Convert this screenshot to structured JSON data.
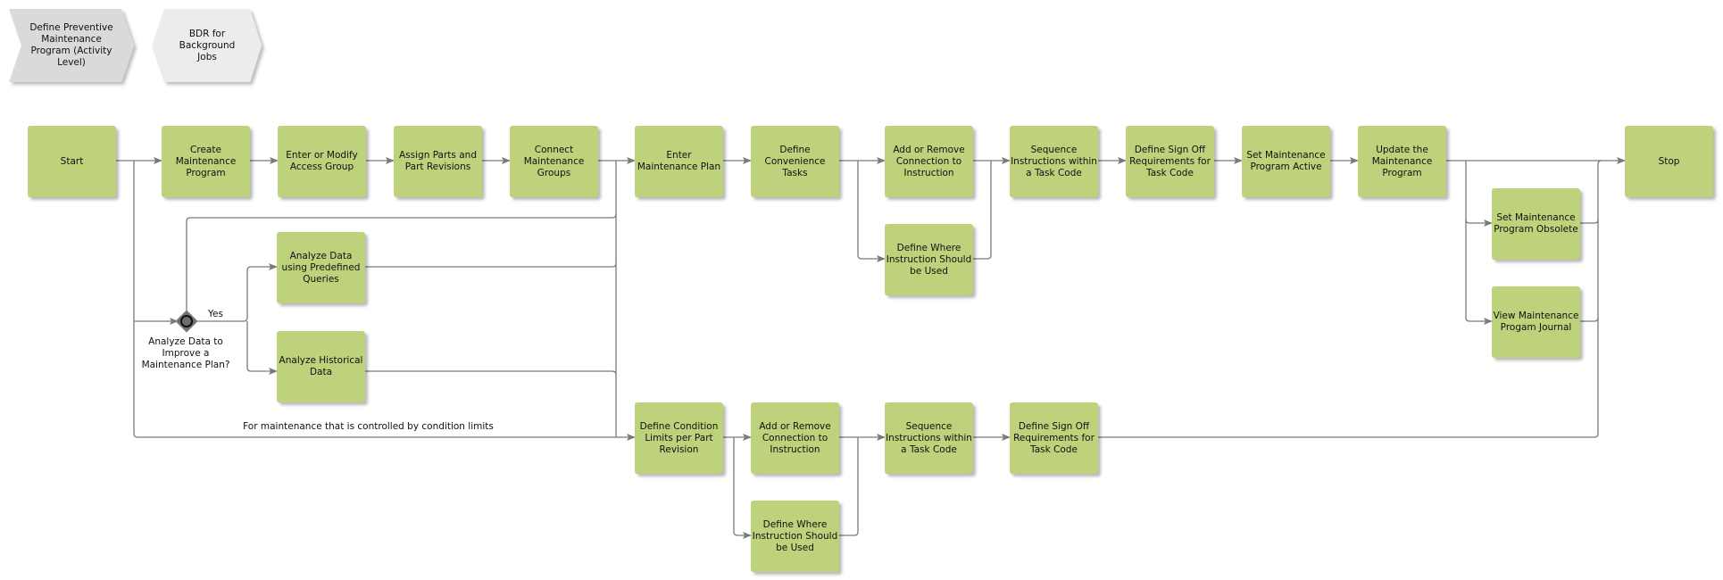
{
  "header": {
    "activity": "Define Preventive Maintenance Program (Activity Level)",
    "bdr": "BDR for Background Jobs"
  },
  "main_flow": {
    "start": "Start",
    "create": "Create Maintenance Program",
    "access_group": "Enter or Modify Access Group",
    "assign_parts": "Assign Parts and Part Revisions",
    "connect_groups": "Connect Maintenance Groups",
    "enter_plan": "Enter Maintenance Plan",
    "convenience": "Define Convenience Tasks",
    "add_remove": "Add or Remove Connection to Instruction",
    "define_where": "Define Where Instruction Should be Used",
    "sequence": "Sequence Instructions within a Task Code",
    "sign_off": "Define Sign Off Requirements for Task Code",
    "set_active": "Set Maintenance Program Active",
    "update": "Update the Maintenance Program",
    "set_obsolete": "Set Maintenance Program Obsolete",
    "view_journal": "View Maintenance Progam Journal",
    "stop": "Stop"
  },
  "analysis": {
    "gateway_label": "Analyze Data to Improve a Maintenance Plan?",
    "yes_label": "Yes",
    "predefined": "Analyze Data using Predefined Queries",
    "historical": "Analyze Historical Data"
  },
  "condition_flow": {
    "note": "For maintenance that is controlled by condition limits",
    "define_condition": "Define Condition Limits per Part Revision",
    "add_remove": "Add or Remove Connection to Instruction",
    "define_where": "Define Where Instruction Should be Used",
    "sequence": "Sequence Instructions within a Task Code",
    "sign_off": "Define Sign Off Requirements for Task Code"
  },
  "colors": {
    "task": "#bdd27b",
    "line": "#7a7a7a",
    "chevron": "#d9dadb",
    "hexagon": "#ececec"
  }
}
